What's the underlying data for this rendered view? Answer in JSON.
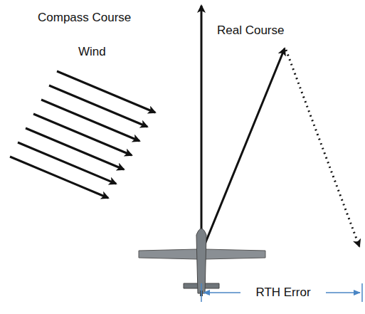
{
  "diagram": {
    "labels": [
      "Compass Course",
      "Real Course",
      "Wind",
      "RTH Error"
    ]
  }
}
